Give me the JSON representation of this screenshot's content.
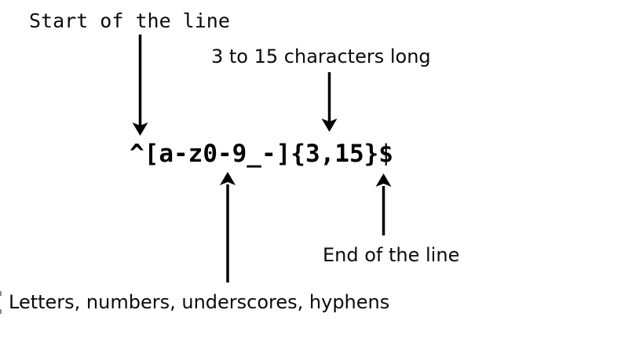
{
  "regex": {
    "pattern": "^[a-z0-9_-]{3,15}$"
  },
  "annotations": {
    "start_of_line": "Start of the line",
    "length": "3 to 15 characters long",
    "end_of_line": "End of the line",
    "character_class": "Letters, numbers, underscores, hyphens"
  },
  "colors": {
    "foreground": "#000000",
    "background": "#ffffff"
  }
}
